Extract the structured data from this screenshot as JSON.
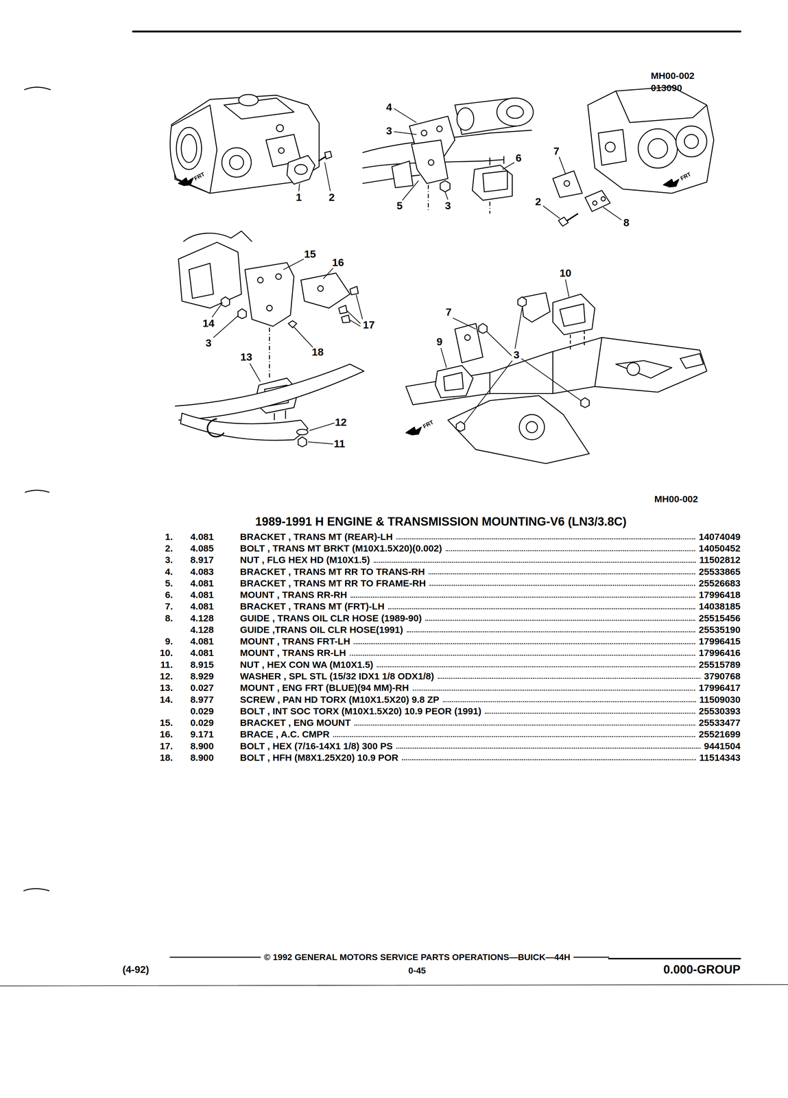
{
  "diagram": {
    "title": "1989-1991 H ENGINE & TRANSMISSION MOUNTING-V6 (LN3/3.8C)",
    "labels": [
      "MH00-002",
      "013090",
      "4",
      "3",
      "1",
      "2",
      "5",
      "3",
      "6",
      "7",
      "2",
      "8",
      "15",
      "16",
      "10",
      "14",
      "17",
      "3",
      "18",
      "7",
      "9",
      "3",
      "13",
      "12",
      "11",
      "FRT",
      "FRT",
      "FRT",
      "MH00-002",
      "1.",
      "4.081",
      "BRACKET , TRANS MT (REAR)-LH",
      "14074049",
      "2.",
      "4.085",
      "BOLT , TRANS MT BRKT (M10X1.5X20)(0.002)",
      "14050452",
      "3.",
      "8.917",
      "NUT , FLG HEX HD (M10X1.5)",
      "11502812",
      "4.",
      "4.083",
      "BRACKET , TRANS MT RR TO TRANS-RH",
      "25533865",
      "5.",
      "4.081",
      "BRACKET , TRANS MT RR TO FRAME-RH",
      "25526683",
      "6.",
      "4.081",
      "MOUNT , TRANS RR-RH",
      "17996418",
      "7.",
      "4.081",
      "BRACKET , TRANS MT (FRT)-LH",
      "14038185",
      "8.",
      "4.128",
      "GUIDE , TRANS OIL CLR HOSE (1989-90)",
      "25515456",
      "4.128",
      "GUIDE ,TRANS OIL CLR HOSE(1991)",
      "25535190",
      "9.",
      "4.081",
      "MOUNT , TRANS FRT-LH",
      "17996415",
      "10.",
      "4.081",
      "MOUNT , TRANS RR-LH",
      "17996416",
      "11.",
      "8.915",
      "NUT , HEX CON WA (M10X1.5)",
      "25515789",
      "12.",
      "8.929",
      "WASHER , SPL STL (15/32 IDX1 1/8 ODX1/8)",
      "3790768",
      "13.",
      "0.027",
      "MOUNT , ENG FRT (BLUE)(94 MM)-RH",
      "17996417",
      "14.",
      "8.977",
      "SCREW , PAN HD TORX (M10X1.5X20) 9.8 ZP",
      "11509030",
      "0.029",
      "BOLT , INT SOC TORX (M10X1.5X20) 10.9 PEOR (1991)",
      "25530393",
      "15.",
      "0.029",
      "BRACKET , ENG MOUNT",
      "25533477",
      "16.",
      "9.171",
      "BRACE , A.C. CMPR",
      "25521699",
      "17.",
      "8.900",
      "BOLT , HEX (7/16-14X1 1/8) 300 PS",
      "9441504",
      "18.",
      "8.900",
      "BOLT , HFH (M8X1.25X20) 10.9 POR",
      "11514343",
      "© 1992 GENERAL MOTORS SERVICE PARTS OPERATIONS—BUICK—44H",
      "(4-92)",
      "0-45",
      "0.000-GROUP"
    ]
  }
}
